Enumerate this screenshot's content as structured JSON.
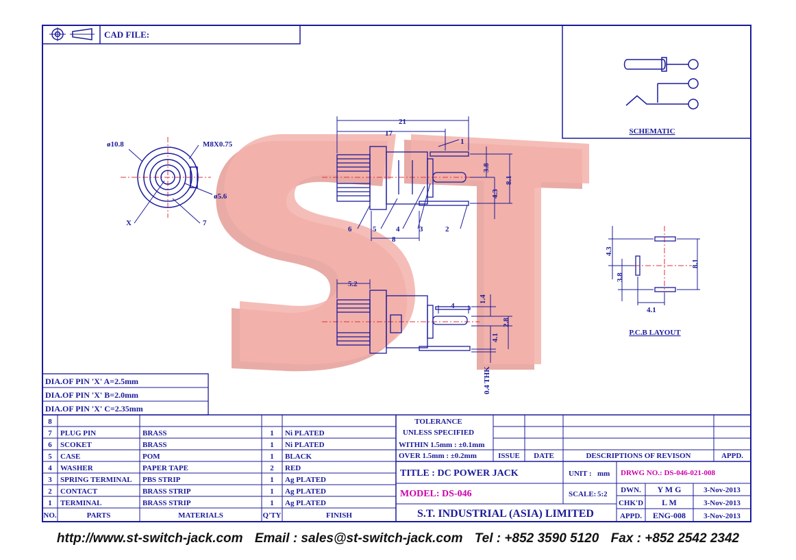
{
  "header": {
    "cad_file_label": "CAD FILE:"
  },
  "watermark": {
    "letters": "ST",
    "color": "#f2a7a0"
  },
  "schematic": {
    "label": "SCHEMATIC"
  },
  "pcb": {
    "label": "P.C.B LAYOUT",
    "dims": {
      "d43": "4.3",
      "d38": "3.8",
      "d81": "8.1",
      "d41": "4.1"
    }
  },
  "front_view": {
    "dia108": "ø10.8",
    "m8": "M8X0.75",
    "dia56": "ø5.6",
    "x_label": "X",
    "n7": "7"
  },
  "side_view": {
    "d21": "21",
    "d17": "17",
    "d38": "3.8",
    "d81": "8.1",
    "d43": "4.3",
    "d8": "8",
    "callouts": [
      "1",
      "2",
      "3",
      "4",
      "5",
      "6"
    ]
  },
  "bottom_view": {
    "d52": "5.2",
    "d4": "4",
    "d14": "1.4",
    "d28": "2.8",
    "d41": "4.1",
    "thk": "0.4 THK"
  },
  "pin_dia": [
    "DIA.OF PIN 'X' A=2.5mm",
    "DIA.OF PIN 'X' B=2.0mm",
    "DIA.OF PIN 'X' C=2.35mm"
  ],
  "bom": {
    "headers": {
      "no": "NO.",
      "parts": "PARTS",
      "materials": "MATERIALS",
      "qty": "Q'TY",
      "finish": "FINISH"
    },
    "rows": [
      {
        "no": "8",
        "part": "",
        "material": "",
        "qty": "",
        "finish": ""
      },
      {
        "no": "7",
        "part": "PLUG PIN",
        "material": "BRASS",
        "qty": "1",
        "finish": "Ni PLATED"
      },
      {
        "no": "6",
        "part": "SCOKET",
        "material": "BRASS",
        "qty": "1",
        "finish": "Ni PLATED"
      },
      {
        "no": "5",
        "part": "CASE",
        "material": "POM",
        "qty": "1",
        "finish": "BLACK"
      },
      {
        "no": "4",
        "part": "WASHER",
        "material": "PAPER TAPE",
        "qty": "2",
        "finish": "RED"
      },
      {
        "no": "3",
        "part": "SPRING TERMINAL",
        "material": "PBS STRIP",
        "qty": "1",
        "finish": "Ag PLATED"
      },
      {
        "no": "2",
        "part": "CONTACT",
        "material": "BRASS STRIP",
        "qty": "1",
        "finish": "Ag PLATED"
      },
      {
        "no": "1",
        "part": "TERMINAL",
        "material": "BRASS STRIP",
        "qty": "1",
        "finish": "Ag PLATED"
      }
    ]
  },
  "tolerance": {
    "title": "TOLERANCE",
    "unless": "UNLESS   SPECIFIED",
    "within": "WITHIN  1.5mm : ±0.1mm",
    "over": "OVER    1.5mm : ±0.2mm"
  },
  "revision": {
    "issue": "ISSUE",
    "date": "DATE",
    "desc": "DESCRIPTIONS  OF  REVISON",
    "appd": "APPD."
  },
  "title_block": {
    "title": "TITLE : DC POWER JACK",
    "unit_label": "UNIT :",
    "unit": "mm",
    "drwg": "DRWG NO.: DS-046-021-008",
    "model": "MODEL: DS-046",
    "scale_label": "SCALE:",
    "scale": "5:2",
    "dwn_label": "DWN.",
    "dwn": "Y M G",
    "dwn_date": "3-Nov-2013",
    "chk_label": "CHK'D",
    "chk": "L M",
    "chk_date": "3-Nov-2013",
    "company": "S.T.  INDUSTRIAL  (ASIA)  LIMITED",
    "appd_label": "APPD.",
    "appd": "ENG-008",
    "appd_date": "3-Nov-2013"
  },
  "footer": {
    "website": "http://www.st-switch-jack.com",
    "email": "Email : sales@st-switch-jack.com",
    "tel": "Tel : +852 3590 5120",
    "fax": "Fax : +852 2542 2342"
  },
  "colors": {
    "line": "#1a1a9a",
    "accent": "#cc00aa",
    "center": "#e0303a"
  }
}
